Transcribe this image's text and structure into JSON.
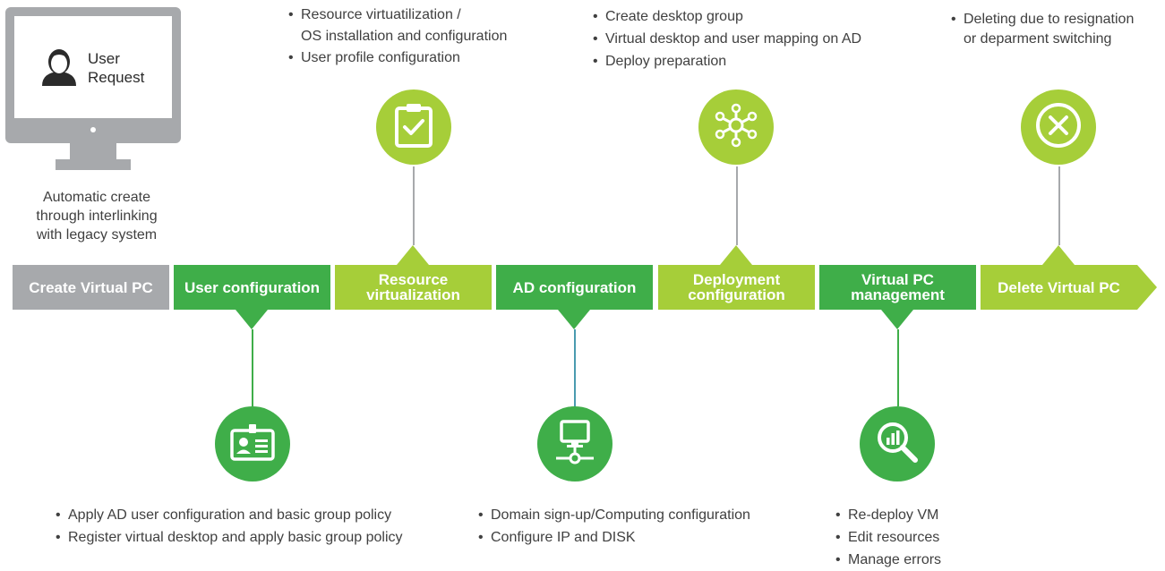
{
  "monitor": {
    "label": "User\nRequest"
  },
  "caption": {
    "lines": [
      "Automatic create",
      "through interlinking",
      "with legacy system"
    ]
  },
  "stages": [
    {
      "label": "Create Virtual PC"
    },
    {
      "label": "User configuration"
    },
    {
      "label_lines": [
        "Resource",
        "virtualization"
      ]
    },
    {
      "label": "AD configuration"
    },
    {
      "label_lines": [
        "Deployment",
        "configuration"
      ]
    },
    {
      "label_lines": [
        "Virtual PC",
        "management"
      ]
    },
    {
      "label": "Delete Virtual PC"
    }
  ],
  "top_notes": {
    "resource": [
      "Resource virtuatilization /",
      "OS installation and configuration",
      "User profile configuration"
    ],
    "deployment": [
      "Create desktop group",
      "Virtual desktop and user mapping on AD",
      "Deploy preparation"
    ],
    "delete": [
      "Deleting due to resignation",
      "or deparment switching"
    ]
  },
  "bottom_notes": {
    "user": [
      "Apply AD user configuration and basic group policy",
      "Register virtual desktop and apply basic group policy"
    ],
    "ad": [
      "Domain sign-up/Computing configuration",
      "Configure IP and DISK"
    ],
    "management": [
      "Re-deploy VM",
      "Edit resources",
      "Manage errors"
    ]
  },
  "colors": {
    "grey": "#a7a9ac",
    "dark_green": "#3fae49",
    "light_green": "#a6ce39",
    "ad_line": "#4a9bb0"
  },
  "icons": [
    "user-icon",
    "clipboard-check-icon",
    "network-hub-icon",
    "close-circle-icon",
    "id-card-icon",
    "computer-network-icon",
    "search-chart-icon"
  ]
}
